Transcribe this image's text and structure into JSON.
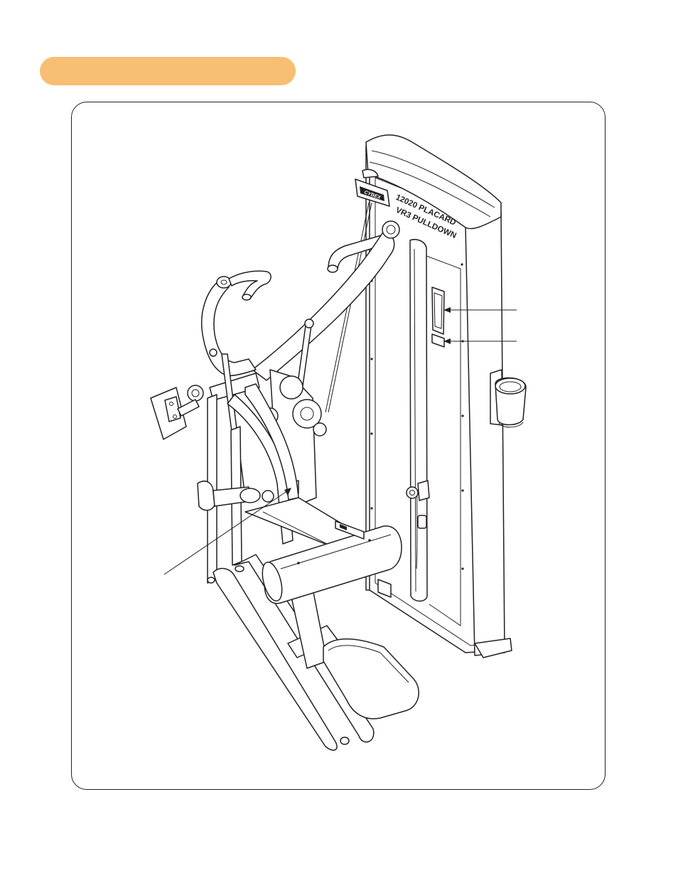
{
  "header": {
    "bar_color": "#f8be74"
  },
  "placard": {
    "line1": "12020 PLACARD",
    "line2": "VR3 PULLDOWN"
  },
  "brand": {
    "logo_text": "CYBEX"
  },
  "colors": {
    "line": "#231f20",
    "background": "#ffffff"
  }
}
